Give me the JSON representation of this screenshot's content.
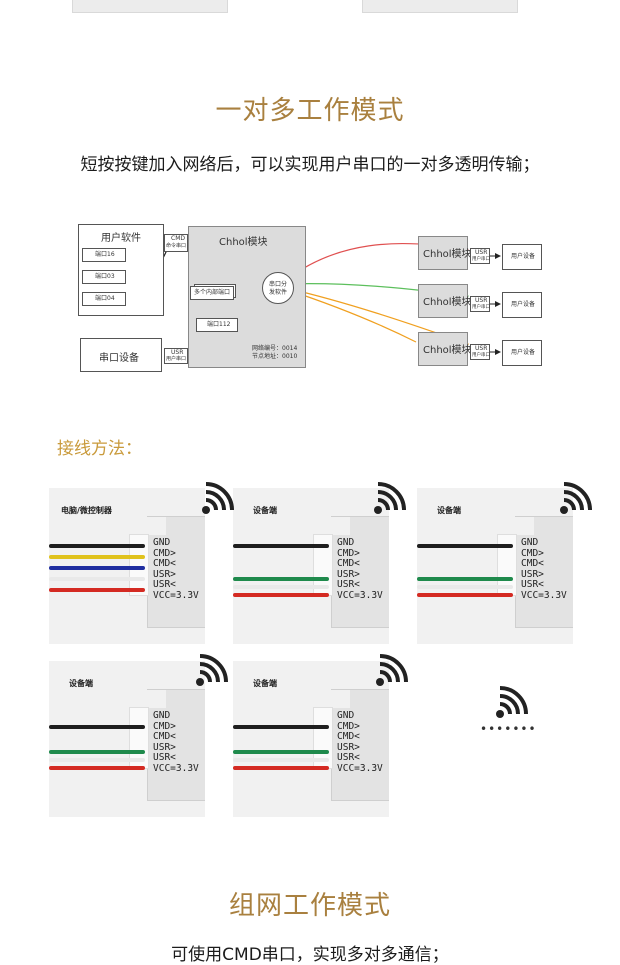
{
  "section1": {
    "title": "一对多工作模式",
    "description": "短按按键加入网络后，可以实现用户串口的一对多透明传输；"
  },
  "diagram": {
    "user_software": "用户软件",
    "ports": [
      "端口16",
      "端口03",
      "端口04"
    ],
    "cmd_label": "CMD",
    "cmd_sub": "命令串口",
    "center_module": "Chhol模块",
    "serial_dist": "串口分",
    "serial_dist2": "发软件",
    "multi_ports": "多个内部端口",
    "port112": "端口112",
    "network_no": "网络编号：0014",
    "node_addr": "节点地址：0010",
    "serial_device": "串口设备",
    "usr_label": "USR",
    "usr_sub": "用户串口",
    "remote_module": "Chhol模块",
    "user_device": "用户设备"
  },
  "wiring": {
    "title": "接线方法：",
    "pins": [
      "GND",
      "CMD>",
      "CMD<",
      "USR>",
      "USR<",
      "VCC=3.3V"
    ],
    "captions": [
      "电脑/微控制器",
      "设备端",
      "设备端",
      "设备端",
      "设备端"
    ]
  },
  "section2": {
    "title": "组网工作模式",
    "description": "可使用CMD串口，实现多对多通信；"
  },
  "colors": {
    "accent": "#a9803f",
    "wire_black": "#1e1e1e",
    "wire_yellow": "#e0c21c",
    "wire_blue": "#1f2ea0",
    "wire_white": "#e9e9e9",
    "wire_red": "#d42a22",
    "wire_green": "#1f8a4c",
    "arrow_red": "#e05050",
    "arrow_green": "#5cbf5c",
    "arrow_orange": "#f0a020"
  }
}
